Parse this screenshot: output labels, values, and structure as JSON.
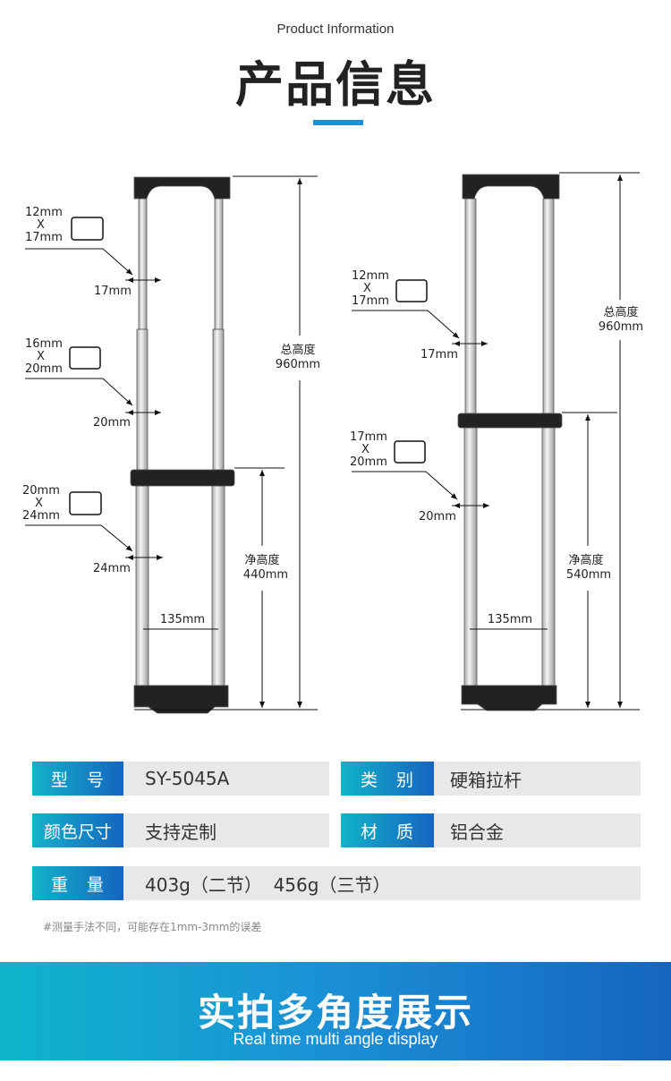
{
  "header": {
    "subtitle": "Product Information",
    "title": "产品信息"
  },
  "left_diagram": {
    "sizes": [
      {
        "a": "12mm",
        "x": "X",
        "b": "17mm",
        "w": "17mm"
      },
      {
        "a": "16mm",
        "x": "X",
        "b": "20mm",
        "w": "20mm"
      },
      {
        "a": "20mm",
        "x": "X",
        "b": "24mm",
        "w": "24mm"
      }
    ],
    "total_label": "总高度",
    "total_value": "960mm",
    "net_label": "净高度",
    "net_value": "440mm",
    "width": "135mm"
  },
  "right_diagram": {
    "sizes": [
      {
        "a": "12mm",
        "x": "X",
        "b": "17mm",
        "w": "17mm"
      },
      {
        "a": "17mm",
        "x": "X",
        "b": "20mm",
        "w": "20mm"
      }
    ],
    "total_label": "总高度",
    "total_value": "960mm",
    "net_label": "净高度",
    "net_value": "540mm",
    "width": "135mm"
  },
  "specs": {
    "model_label": "型　号",
    "model": "SY-5045A",
    "type_label": "类　别",
    "type": "硬箱拉杆",
    "color_label": "颜色尺寸",
    "color": "支持定制",
    "material_label": "材　质",
    "material": "铝合金",
    "weight_label": "重　量",
    "weight": "403g（二节）  456g（三节）"
  },
  "note": "#测量手法不同，可能存在1mm-3mm的误差",
  "banner": {
    "title": "实拍多角度展示",
    "subtitle": "Real time multi angle display"
  },
  "colors": {
    "accent": "#1a8fd8",
    "gradient_start": "#12b3c8",
    "gradient_end": "#1565c0"
  }
}
